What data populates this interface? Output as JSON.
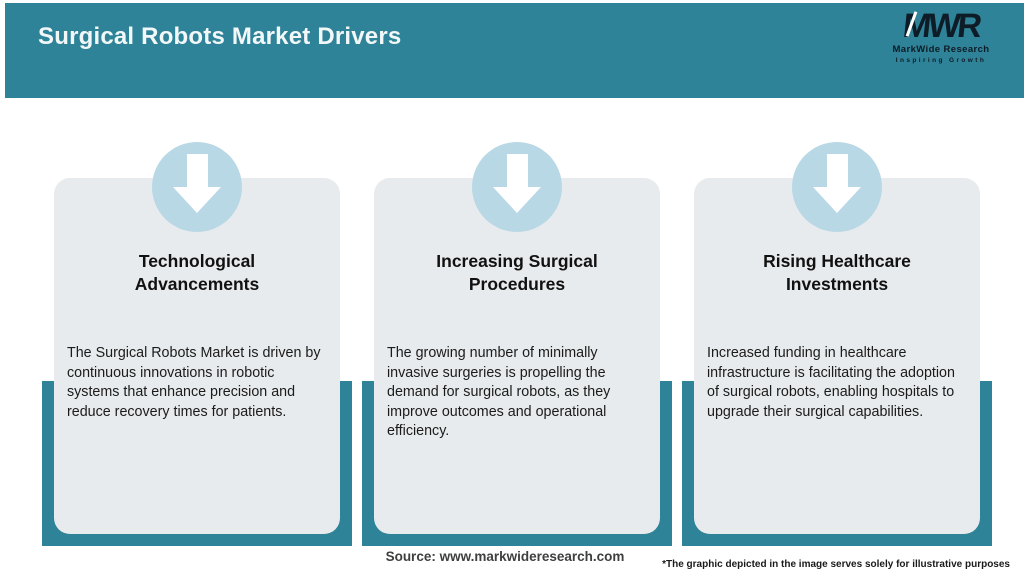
{
  "header": {
    "title": "Surgical Robots Market Drivers"
  },
  "logo": {
    "acronym": "MWR",
    "name": "MarkWide Research",
    "tagline": "Inspiring Growth"
  },
  "cards": [
    {
      "icon": "down-arrow-icon",
      "title": "Technological Advancements",
      "description": "The Surgical Robots Market is driven by continuous innovations in robotic systems that enhance precision and reduce recovery times for patients."
    },
    {
      "icon": "down-arrow-icon",
      "title": "Increasing Surgical Procedures",
      "description": "The growing number of minimally invasive surgeries is propelling the demand for surgical robots, as they improve outcomes and operational efficiency."
    },
    {
      "icon": "down-arrow-icon",
      "title": "Rising Healthcare Investments",
      "description": "Increased funding in healthcare infrastructure is facilitating the adoption of surgical robots, enabling hospitals to upgrade their surgical capabilities."
    }
  ],
  "footer": {
    "source": "Source: www.markwideresearch.com",
    "disclaimer": "*The graphic depicted in the image serves solely for illustrative purposes"
  },
  "colors": {
    "teal": "#2f8398",
    "light_blue": "#b9d8e6",
    "card_gray": "#e8ebed"
  }
}
